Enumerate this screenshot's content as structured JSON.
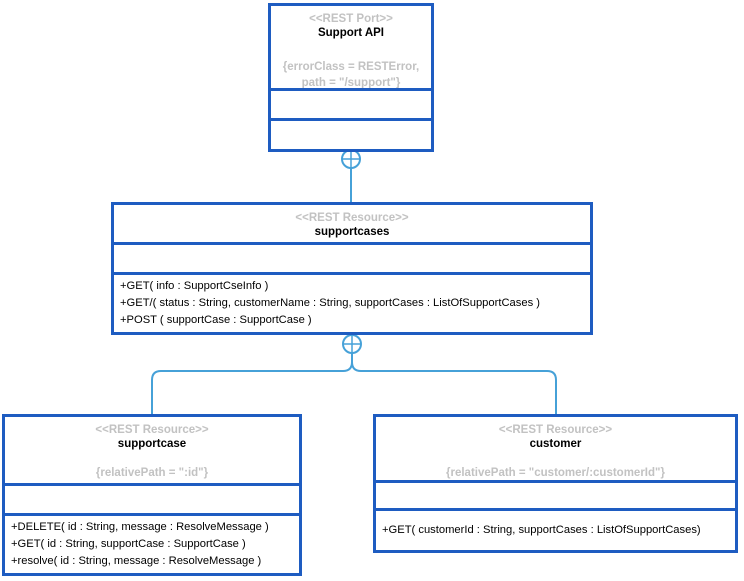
{
  "diagram": {
    "boxes": {
      "support_api": {
        "stereotype": "<<REST Port>>",
        "name": "Support API",
        "properties": [
          "{errorClass = RESTError,",
          "path = \"/support\"}"
        ]
      },
      "supportcases": {
        "stereotype": "<<REST Resource>>",
        "name": "supportcases",
        "methods": [
          "+GET( info : SupportCseInfo )",
          "+GET/( status : String, customerName : String, supportCases : ListOfSupportCases )",
          "+POST ( supportCase : SupportCase )"
        ]
      },
      "supportcase": {
        "stereotype": "<<REST Resource>>",
        "name": "supportcase",
        "properties": [
          "{relativePath = \":id\"}"
        ],
        "methods": [
          "+DELETE( id : String, message : ResolveMessage )",
          "+GET( id : String, supportCase : SupportCase )",
          "+resolve( id : String, message : ResolveMessage )"
        ]
      },
      "customer": {
        "stereotype": "<<REST Resource>>",
        "name": "customer",
        "properties": [
          "{relativePath = \"customer/:customerId\"}"
        ],
        "methods": [
          "+GET( customerId : String, supportCases : ListOfSupportCases)"
        ]
      }
    }
  },
  "colors": {
    "box_border": "#1e5cc1",
    "connector": "#46a1d8",
    "muted_text": "#c2c2c2",
    "text": "#000000",
    "background": "#ffffff"
  }
}
